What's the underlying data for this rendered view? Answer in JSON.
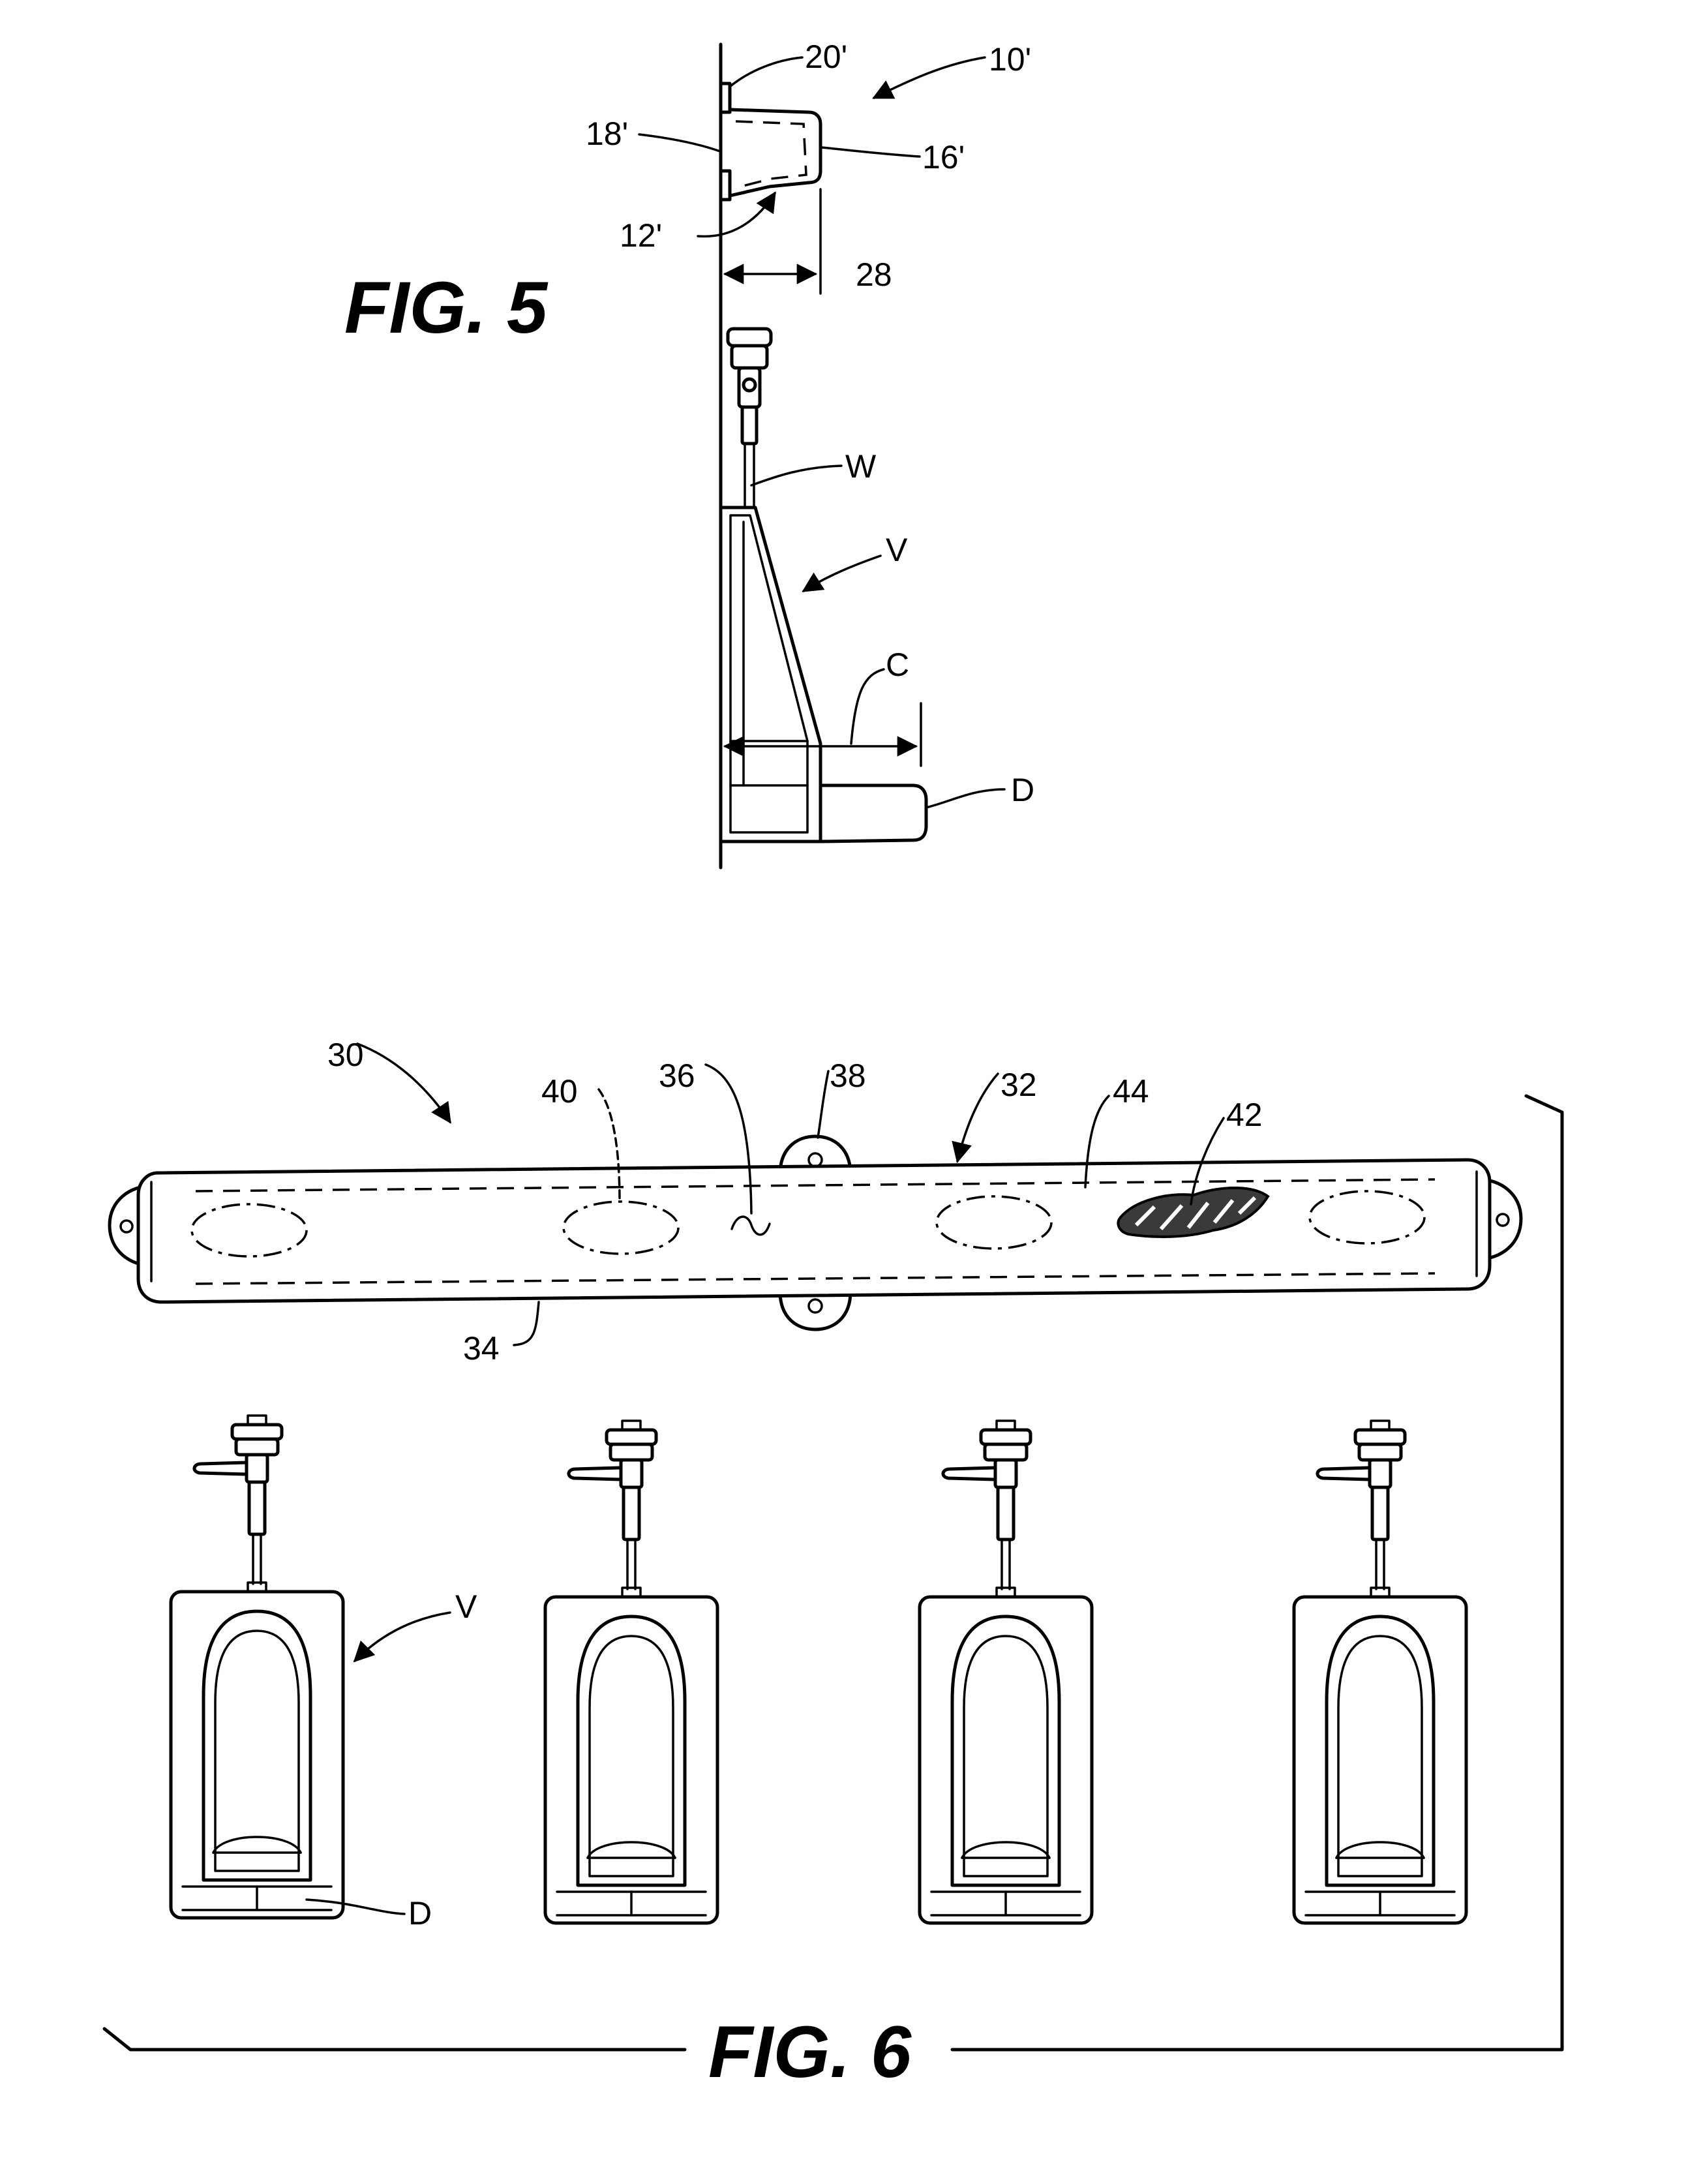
{
  "fig5": {
    "title": "FIG.  5",
    "labels": {
      "l20p": "20'",
      "l10p": "10'",
      "l18p": "18'",
      "l16p": "16'",
      "l12p": "12'",
      "l28": "28",
      "lW": "W",
      "lV": "V",
      "lC": "C",
      "lD": "D"
    }
  },
  "fig6": {
    "title": "FIG.  6",
    "labels": {
      "l30": "30",
      "l40": "40",
      "l36": "36",
      "l38": "38",
      "l32": "32",
      "l44": "44",
      "l42": "42",
      "l34": "34",
      "lV": "V",
      "lD": "D"
    }
  }
}
